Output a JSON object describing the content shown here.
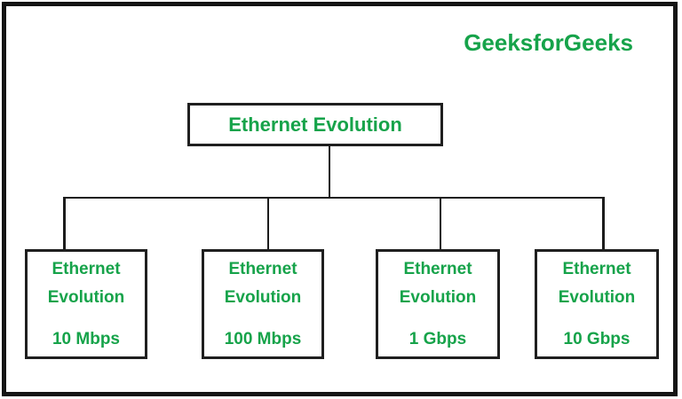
{
  "watermark": {
    "text": "GeeksforGeeks"
  },
  "colors": {
    "accent_green": "#16a34a",
    "line_black": "#1c1c1c",
    "frame_black": "#141414",
    "background": "#ffffff"
  },
  "diagram": {
    "type": "tree",
    "root": {
      "label": "Ethernet Evolution"
    },
    "children": [
      {
        "line1": "Ethernet",
        "line2": "Evolution",
        "speed": "10 Mbps"
      },
      {
        "line1": "Ethernet",
        "line2": "Evolution",
        "speed": "100 Mbps"
      },
      {
        "line1": "Ethernet",
        "line2": "Evolution",
        "speed": "1 Gbps"
      },
      {
        "line1": "Ethernet",
        "line2": "Evolution",
        "speed": "10 Gbps"
      }
    ]
  }
}
